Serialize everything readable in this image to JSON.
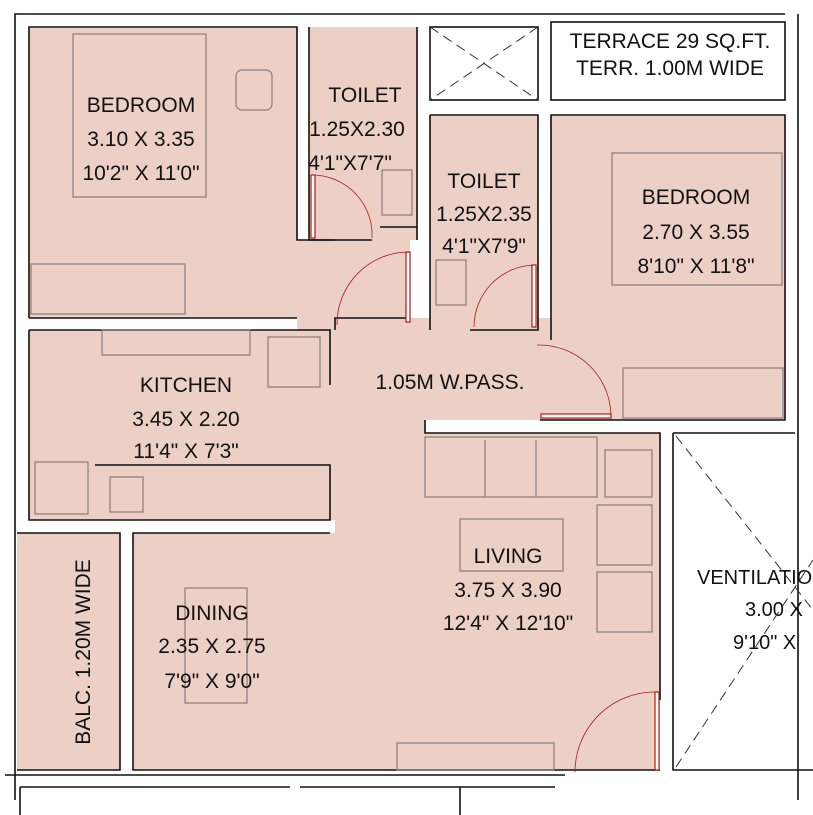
{
  "colors": {
    "room_fill": "#ecd0c6",
    "wall": "#111111",
    "door": "#b01818"
  },
  "rooms": {
    "bedroom1": {
      "name": "BEDROOM",
      "metric": "3.10 X 3.35",
      "imperial": "10'2\" X 11'0\""
    },
    "toilet1": {
      "name": "TOILET",
      "metric": "1.25X2.30",
      "imperial": "4'1\"X7'7\""
    },
    "toilet2": {
      "name": "TOILET",
      "metric": "1.25X2.35",
      "imperial": "4'1\"X7'9\""
    },
    "terrace": {
      "line1": "TERRACE 29 SQ.FT.",
      "line2": "TERR. 1.00M WIDE"
    },
    "bedroom2": {
      "name": "BEDROOM",
      "metric": "2.70 X 3.55",
      "imperial": "8'10\" X 11'8\""
    },
    "passage": {
      "name": "1.05M W.PASS."
    },
    "kitchen": {
      "name": "KITCHEN",
      "metric": "3.45 X 2.20",
      "imperial": "11'4\" X 7'3\""
    },
    "living": {
      "name": "LIVING",
      "metric": "3.75 X 3.90",
      "imperial": "12'4\" X 12'10\""
    },
    "dining": {
      "name": "DINING",
      "metric": "2.35 X 2.75",
      "imperial": "7'9\" X 9'0\""
    },
    "balcony": {
      "name": "BALC. 1.20M WIDE"
    },
    "ventilation": {
      "name": "VENTILATIO",
      "metric": "3.00 X",
      "imperial": "9'10\" X"
    }
  }
}
